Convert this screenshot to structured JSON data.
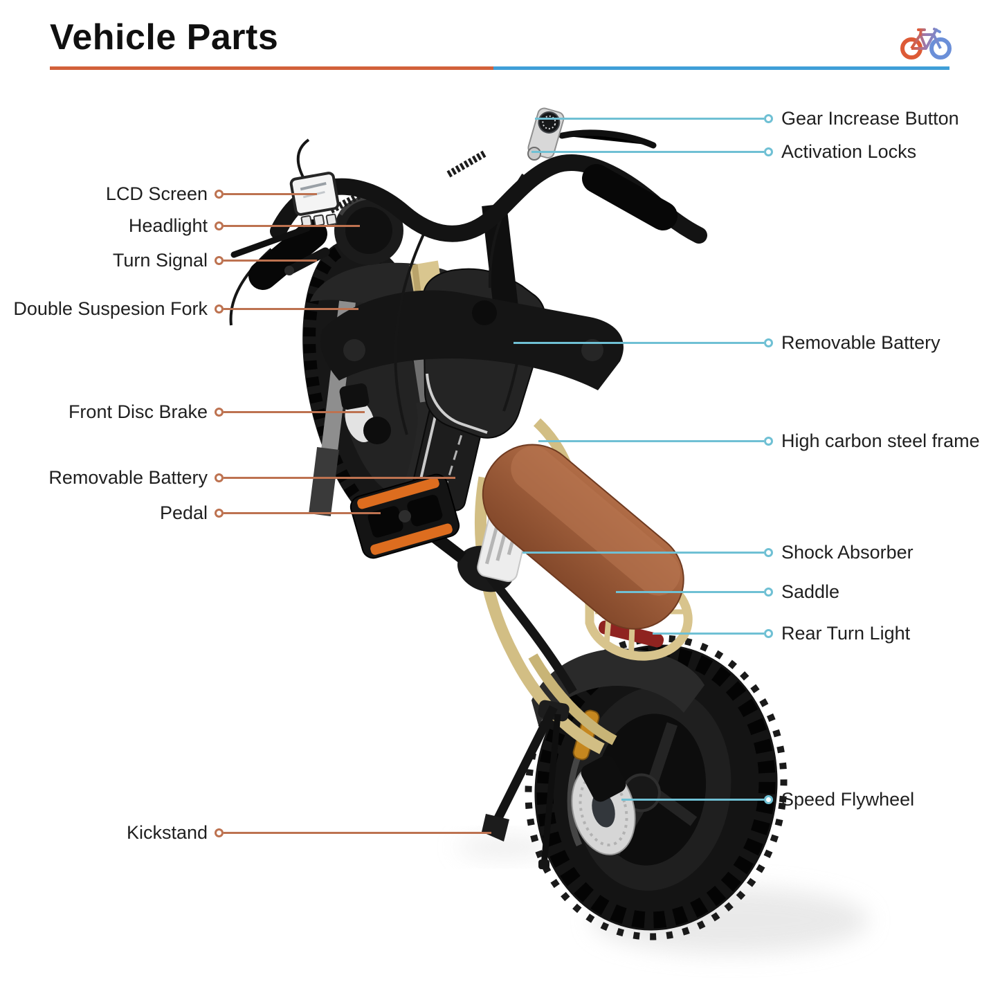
{
  "header": {
    "title": "Vehicle Parts",
    "icon": "bicycle-icon"
  },
  "callouts": {
    "left": [
      {
        "label": "LCD Screen"
      },
      {
        "label": "Headlight"
      },
      {
        "label": "Turn Signal"
      },
      {
        "label": "Double Suspesion Fork"
      },
      {
        "label": "Front Disc Brake"
      },
      {
        "label": "Removable Battery"
      },
      {
        "label": "Pedal"
      },
      {
        "label": "Kickstand"
      }
    ],
    "right": [
      {
        "label": "Gear Increase Button"
      },
      {
        "label": "Activation Locks"
      },
      {
        "label": "Removable Battery"
      },
      {
        "label": "High carbon steel frame"
      },
      {
        "label": "Shock Absorber"
      },
      {
        "label": "Saddle"
      },
      {
        "label": "Rear Turn Light"
      },
      {
        "label": "Speed Flywheel"
      }
    ]
  },
  "style": {
    "left-accent": "#bd7250",
    "right-accent": "#6fc0d4",
    "underline-orange": "#d2613a",
    "underline-blue": "#3f9fd8",
    "text": "#1f1f1f",
    "title": "#101010",
    "frame-tan": "#d2be84",
    "saddle-brown": "#a05a3a",
    "reflector-orange": "#dd6d1f",
    "tail-light-red": "#8f2320"
  }
}
